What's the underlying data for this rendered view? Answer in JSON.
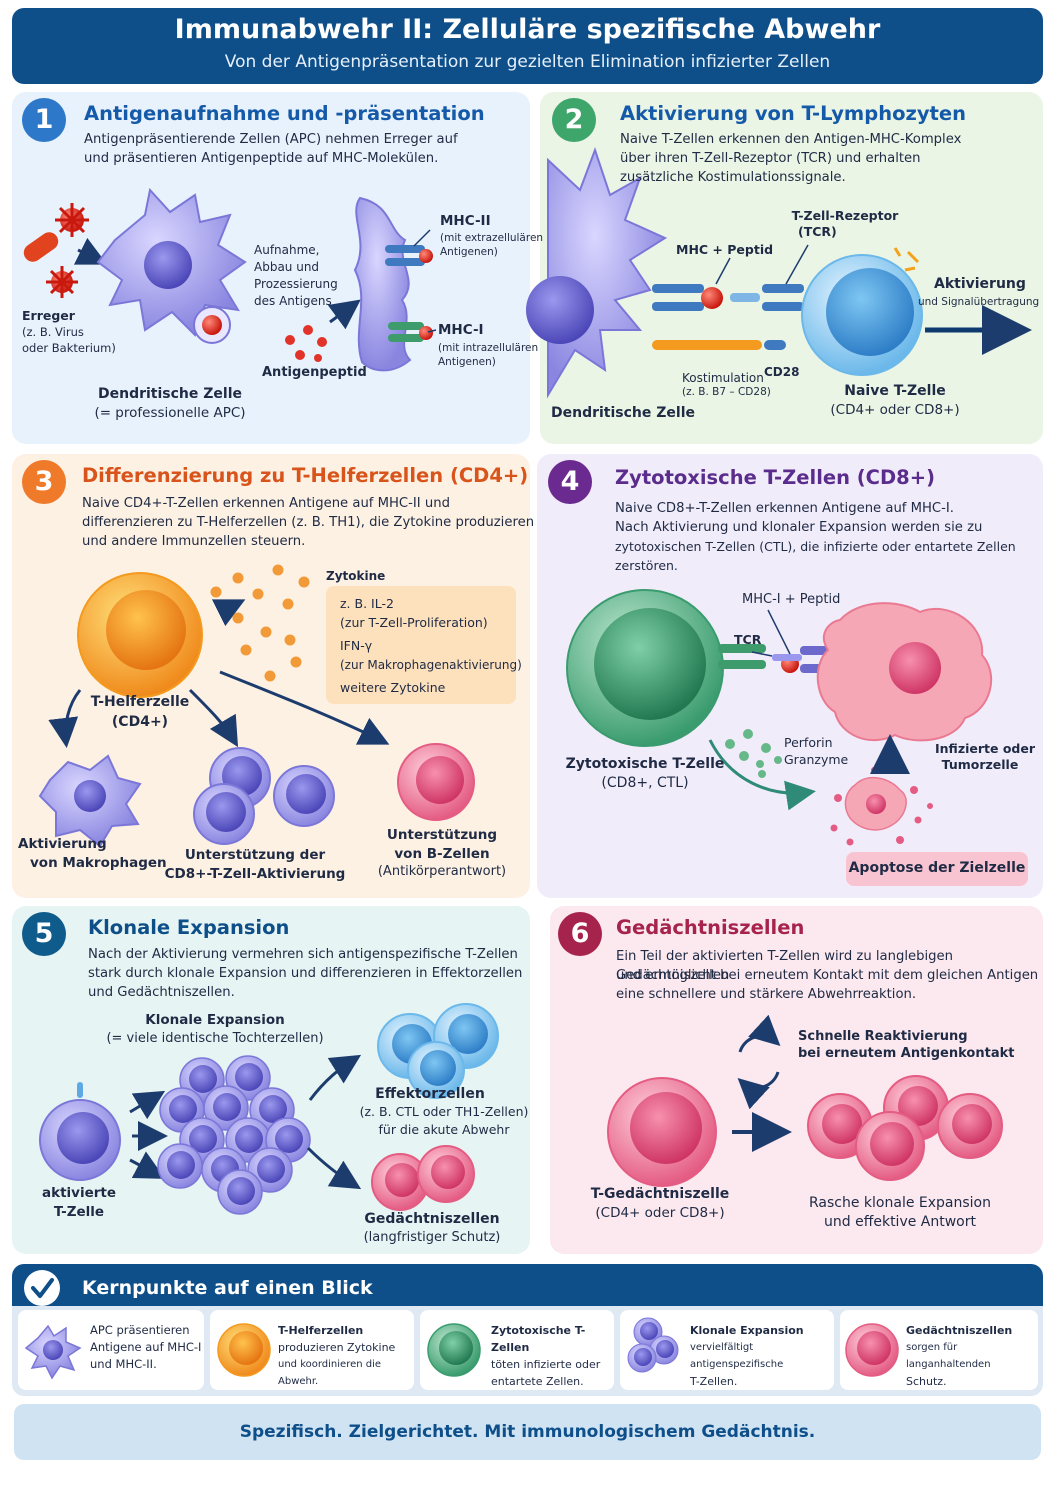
{
  "header": {
    "title": "Immunabwehr II: Zelluläre spezifische Abwehr",
    "subtitle": "Von der Antigenpräsentation zur gezielten Elimination infizierter Zellen"
  },
  "panel1": {
    "number": "1",
    "title": "Antigenaufnahme und -präsentation",
    "desc1": "Antigenpräsentierende Zellen (APC) nehmen Erreger auf",
    "desc2": "und präsentieren Antigenpeptide auf MHC-Molekülen.",
    "erreger": "Erreger",
    "erreger_sub1": "(z. B. Virus",
    "erreger_sub2": "oder Bakterium)",
    "aufnahme1": "Aufnahme,",
    "aufnahme2": "Abbau und",
    "aufnahme3": "Prozessierung",
    "aufnahme4": "des Antigens",
    "peptid": "Antigenpeptid",
    "mhc2": "MHC-II",
    "mhc2_sub1": "(mit extrazellulären",
    "mhc2_sub2": "Antigenen)",
    "mhc1": "MHC-I",
    "mhc1_sub1": "(mit intrazellulären",
    "mhc1_sub2": "Antigenen)",
    "dc1": "Dendritische Zelle",
    "dc2": "(= professionelle APC)"
  },
  "panel2": {
    "number": "2",
    "title": "Aktivierung von T-Lymphozyten",
    "desc1": "Naive T-Zellen erkennen den Antigen-MHC-Komplex",
    "desc2": "über ihren T-Zell-Rezeptor (TCR) und erhalten",
    "desc3": "zusätzliche Kostimulationssignale.",
    "tcr1": "T-Zell-Rezeptor",
    "tcr2": "(TCR)",
    "mhcpep": "MHC + Peptid",
    "aktiv": "Aktivierung",
    "signal": "und Signalübertragung",
    "kosti": "Kostimulation",
    "kosti_sub": "(z. B. B7 – CD28)",
    "cd28": "CD28",
    "naive1": "Naive T-Zelle",
    "naive2": "(CD4+ oder CD8+)",
    "dc": "Dendritische Zelle"
  },
  "panel3": {
    "number": "3",
    "title": "Differenzierung zu T-Helferzellen (CD4+)",
    "desc1": "Naive CD4+-T-Zellen erkennen Antigene auf MHC-II und",
    "desc2": "differenzieren zu T-Helferzellen (z. B. TH1), die Zytokine produzieren",
    "desc3": "und andere Immunzellen steuern.",
    "zyto": "Zytokine",
    "il2": "z. B. IL-2",
    "il2_sub": "(zur T-Zell-Proliferation)",
    "ifn": "IFN-γ",
    "ifn_sub": "(zur Makrophagenaktivierung)",
    "weitere": "weitere Zytokine",
    "th1": "T-Helferzelle",
    "th2": "(CD4+)",
    "makro1": "Aktivierung",
    "makro2": "von Makrophagen",
    "cd8_1": "Unterstützung der",
    "cd8_2": "CD8+-T-Zell-Aktivierung",
    "b1": "Unterstützung",
    "b2": "von B-Zellen",
    "b3": "(Antikörperantwort)"
  },
  "panel4": {
    "number": "4",
    "title": "Zytotoxische T-Zellen (CD8+)",
    "desc1": "Naive CD8+-T-Zellen erkennen Antigene auf MHC-I.",
    "desc2": "Nach Aktivierung und klonaler Expansion werden sie zu",
    "desc3": "zytotoxischen T-Zellen (CTL), die infizierte oder entartete Zellen zerstören.",
    "mhcpep": "MHC-I + Peptid",
    "tcr": "TCR",
    "perforin": "Perforin",
    "granzyme": "Granzyme",
    "ctl1": "Zytotoxische T-Zelle",
    "ctl2": "(CD8+, CTL)",
    "inf1": "Infizierte oder",
    "inf2": "Tumorzelle",
    "apop": "Apoptose der Zielzelle"
  },
  "panel5": {
    "number": "5",
    "title": "Klonale Expansion",
    "desc1": "Nach der Aktivierung vermehren sich antigenspezifische T-Zellen",
    "desc2": "stark durch klonale Expansion und differenzieren in Effektorzellen",
    "desc3": "und Gedächtniszellen.",
    "ke1": "Klonale Expansion",
    "ke2": "(= viele identische Tochterzellen)",
    "akt1": "aktivierte",
    "akt2": "T-Zelle",
    "eff1": "Effektorzellen",
    "eff2": "(z. B. CTL oder TH1-Zellen)",
    "eff3": "für die akute Abwehr",
    "ged1": "Gedächtniszellen",
    "ged2": "(langfristiger Schutz)"
  },
  "panel6": {
    "number": "6",
    "title": "Gedächtniszellen",
    "desc1": "Ein Teil der aktivierten T-Zellen wird zu langlebigen Gedächtniszellen",
    "desc2": "und ermöglicht bei erneutem Kontakt mit dem gleichen Antigen",
    "desc3": "eine schnellere und stärkere Abwehrreaktion.",
    "schnell1": "Schnelle Reaktivierung",
    "schnell2": "bei erneutem Antigenkontakt",
    "tg1": "T-Gedächtniszelle",
    "tg2": "(CD4+ oder CD8+)",
    "rasch1": "Rasche klonale Expansion",
    "rasch2": "und effektive Antwort"
  },
  "summary": {
    "title": "Kernpunkte auf einen Blick",
    "cards": [
      {
        "t1": "APC präsentieren",
        "t2": "Antigene auf MHC-I",
        "t3": "und MHC-II."
      },
      {
        "t1": "T-Helferzellen",
        "t2": "produzieren Zytokine",
        "t3": "und koordinieren die Abwehr."
      },
      {
        "t1": "Zytotoxische T-Zellen",
        "t2": "töten infizierte oder",
        "t3": "entartete Zellen."
      },
      {
        "t1": "Klonale Expansion",
        "t2": "vervielfältigt antigenspezifische",
        "t3": "T-Zellen."
      },
      {
        "t1": "Gedächtniszellen",
        "t2": "sorgen für langanhaltenden",
        "t3": "Schutz."
      }
    ]
  },
  "footer": {
    "text": "Spezifisch. Zielgerichtet. Mit immunologischem Gedächtnis."
  },
  "colors": {
    "header": "#0e4f8a",
    "panel1_bg": "#e8f2fc",
    "panel2_bg": "#eaf5e6",
    "panel3_bg": "#fdf1e3",
    "panel4_bg": "#f1ecfa",
    "panel5_bg": "#e6f4f3",
    "panel6_bg": "#fbe9ef",
    "apc_purple": "#9b97e6",
    "helper_orange": "#f4a23a",
    "ctl_green": "#4db383",
    "memory_pink": "#ec6e92"
  }
}
